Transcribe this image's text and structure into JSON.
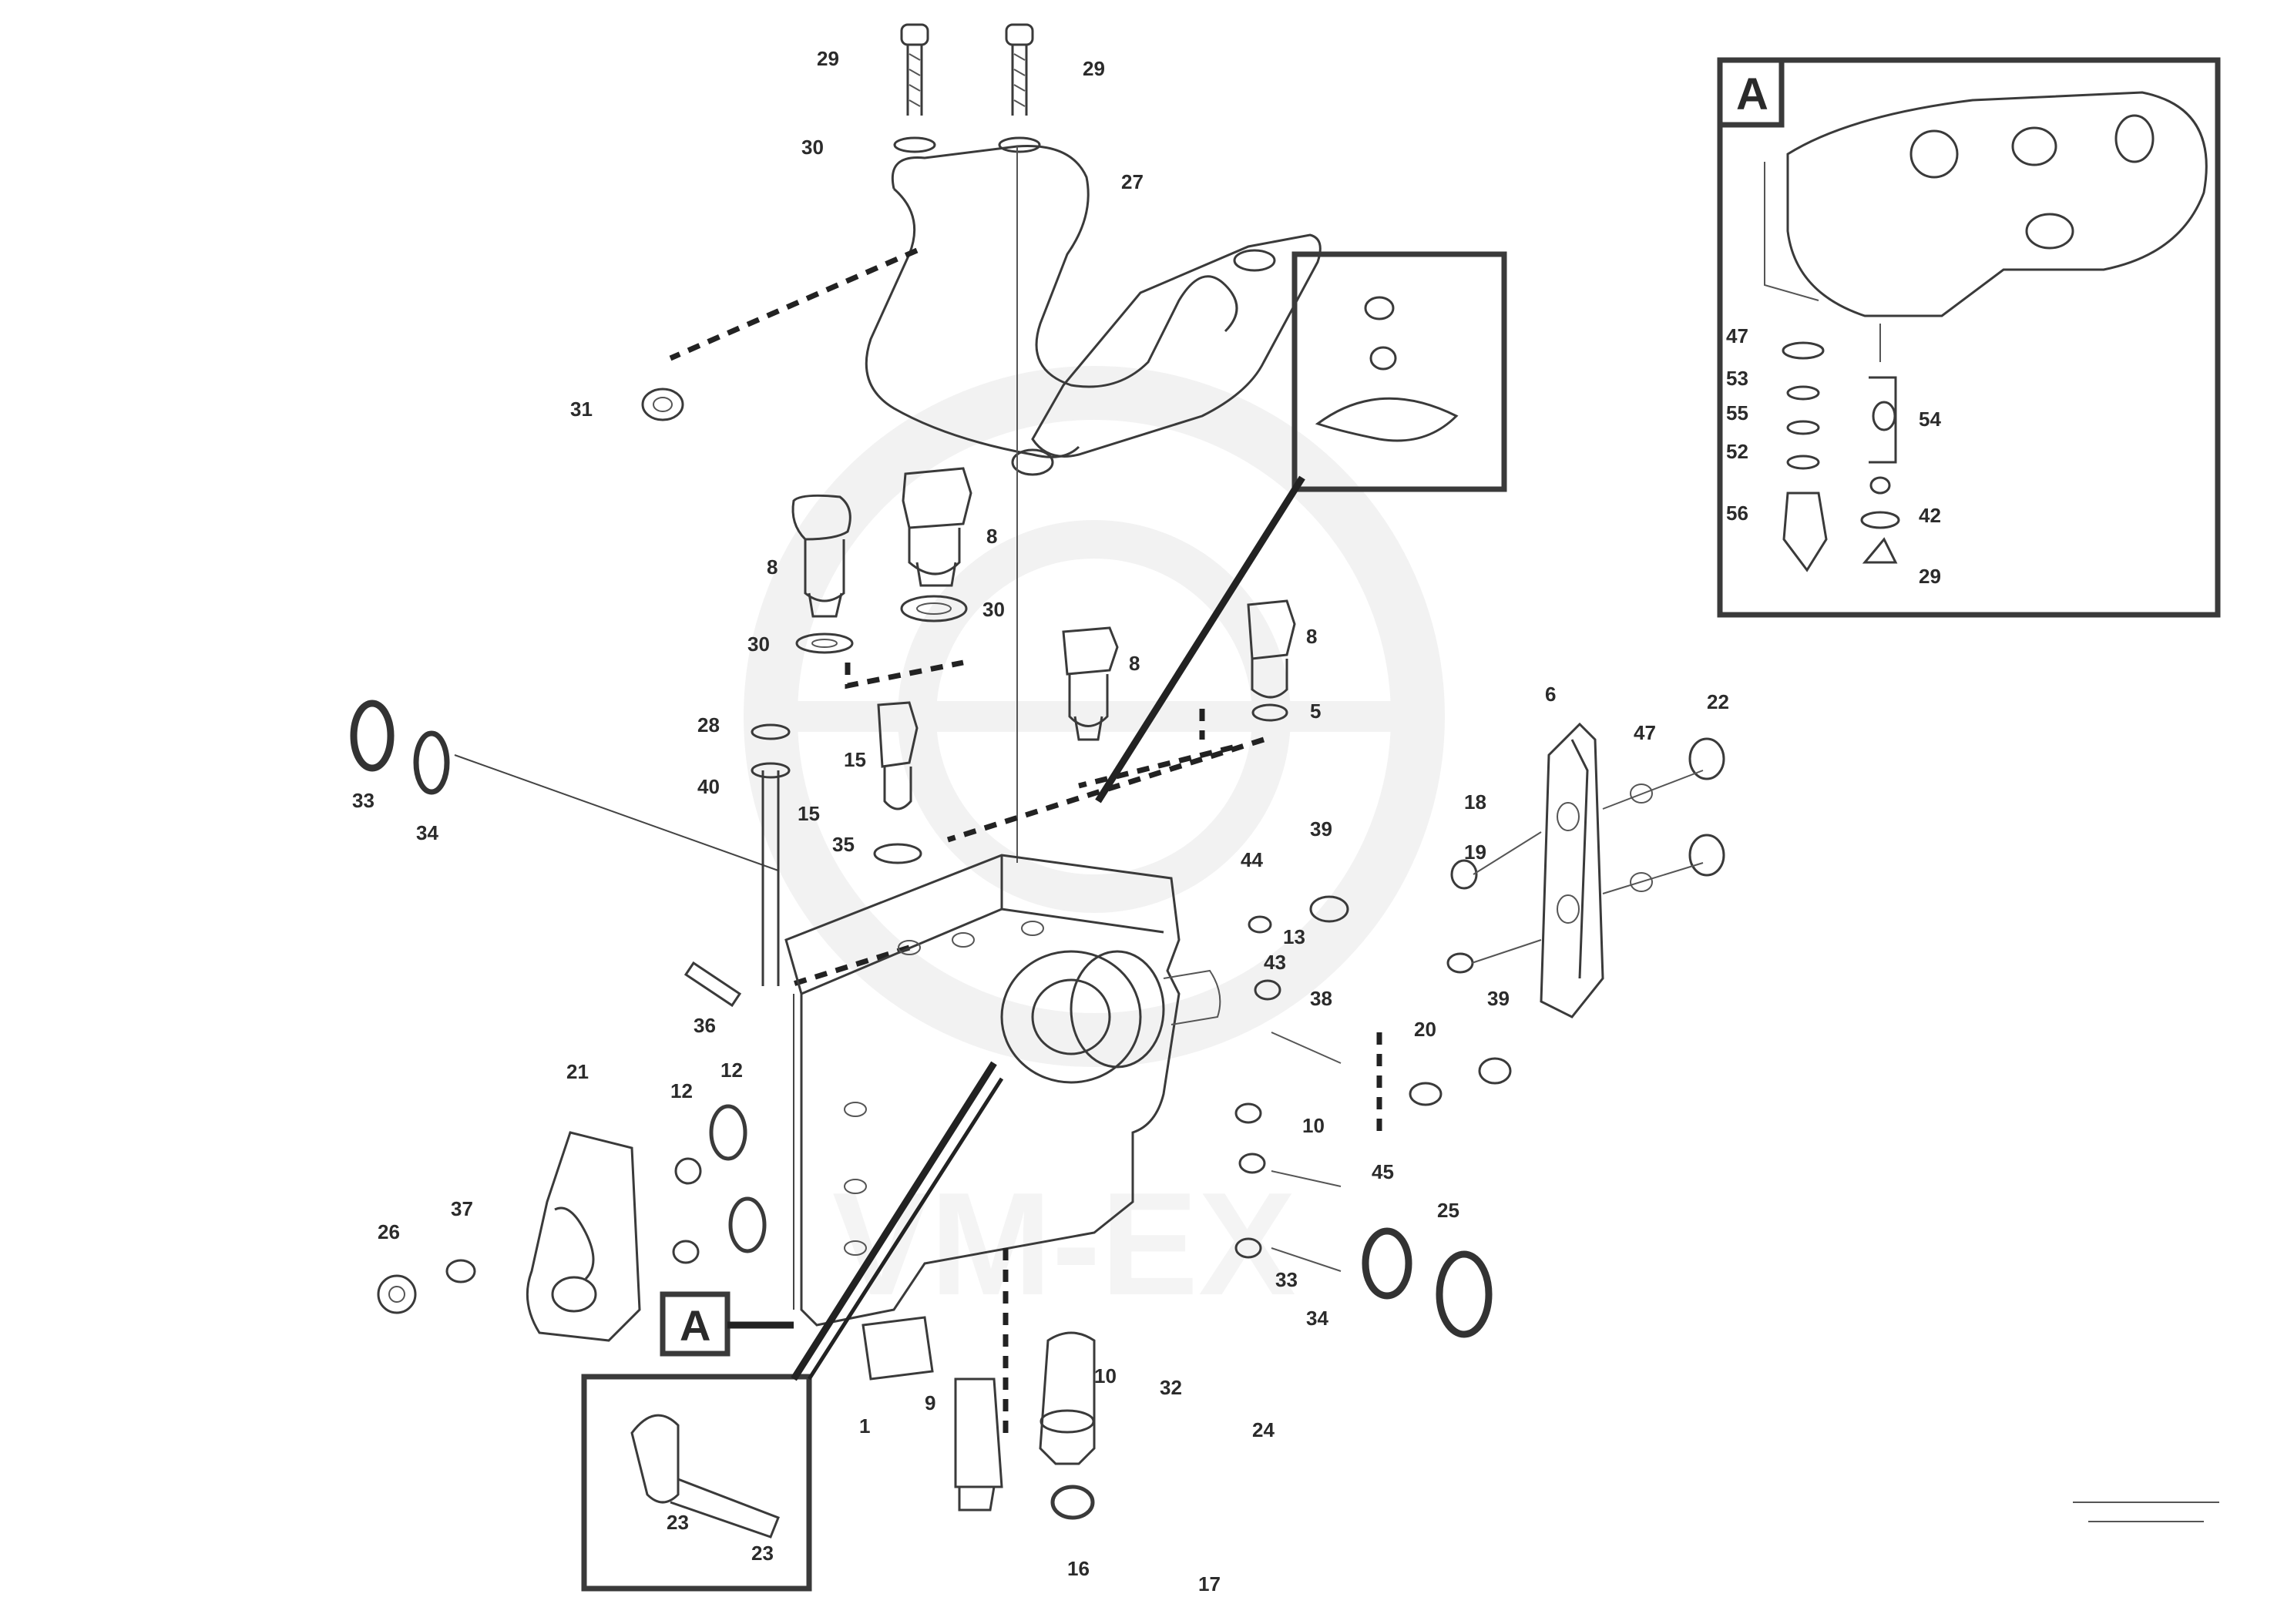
{
  "callout_box": {
    "letter": "A"
  },
  "reference": {
    "code": ""
  },
  "labels": [
    {
      "id": "l-29a",
      "text": "29"
    },
    {
      "id": "l-29b",
      "text": "29"
    },
    {
      "id": "l-30a",
      "text": "30"
    },
    {
      "id": "l-27",
      "text": "27"
    },
    {
      "id": "l-31",
      "text": "31"
    },
    {
      "id": "l-8a",
      "text": "8"
    },
    {
      "id": "l-8b",
      "text": "8"
    },
    {
      "id": "l-30b",
      "text": "30"
    },
    {
      "id": "l-30c",
      "text": "30"
    },
    {
      "id": "l-8c",
      "text": "8"
    },
    {
      "id": "l-8d",
      "text": "8"
    },
    {
      "id": "l-5",
      "text": "5"
    },
    {
      "id": "l-33",
      "text": "33"
    },
    {
      "id": "l-34",
      "text": "34"
    },
    {
      "id": "l-28",
      "text": "28"
    },
    {
      "id": "l-40",
      "text": "40"
    },
    {
      "id": "l-15a",
      "text": "15"
    },
    {
      "id": "l-15b",
      "text": "15"
    },
    {
      "id": "l-35",
      "text": "35"
    },
    {
      "id": "l-44",
      "text": "44"
    },
    {
      "id": "l-39a",
      "text": "39"
    },
    {
      "id": "l-36",
      "text": "36"
    },
    {
      "id": "l-21",
      "text": "21"
    },
    {
      "id": "l-12a",
      "text": "12"
    },
    {
      "id": "l-12b",
      "text": "12"
    },
    {
      "id": "l-26",
      "text": "26"
    },
    {
      "id": "l-37",
      "text": "37"
    },
    {
      "id": "l-9",
      "text": "9"
    },
    {
      "id": "l-16",
      "text": "16"
    },
    {
      "id": "l-17",
      "text": "17"
    },
    {
      "id": "l-1",
      "text": "1"
    },
    {
      "id": "l-10",
      "text": "10"
    },
    {
      "id": "l-23a",
      "text": "23"
    },
    {
      "id": "l-23b",
      "text": "23"
    },
    {
      "id": "l-43",
      "text": "43"
    },
    {
      "id": "l-38",
      "text": "38"
    },
    {
      "id": "l-39b",
      "text": "39"
    },
    {
      "id": "l-25",
      "text": "25"
    },
    {
      "id": "l-45",
      "text": "45"
    },
    {
      "id": "l-33b",
      "text": "33"
    },
    {
      "id": "l-34b",
      "text": "34"
    },
    {
      "id": "l-20",
      "text": "20"
    },
    {
      "id": "l-19",
      "text": "19"
    },
    {
      "id": "l-18",
      "text": "18"
    },
    {
      "id": "l-6",
      "text": "6"
    },
    {
      "id": "l-47",
      "text": "47"
    },
    {
      "id": "l-22",
      "text": "22"
    },
    {
      "id": "l-13",
      "text": "13"
    },
    {
      "id": "l-24",
      "text": "24"
    },
    {
      "id": "l-32",
      "text": "32"
    },
    {
      "id": "l-10b",
      "text": "10"
    },
    {
      "id": "l-ia-47",
      "text": "47"
    },
    {
      "id": "l-ia-53",
      "text": "53"
    },
    {
      "id": "l-ia-55",
      "text": "55"
    },
    {
      "id": "l-ia-52",
      "text": "52"
    },
    {
      "id": "l-ia-54",
      "text": "54"
    },
    {
      "id": "l-ia-56",
      "text": "56"
    },
    {
      "id": "l-ia-42",
      "text": "42"
    },
    {
      "id": "l-ia-29",
      "text": "29"
    }
  ]
}
